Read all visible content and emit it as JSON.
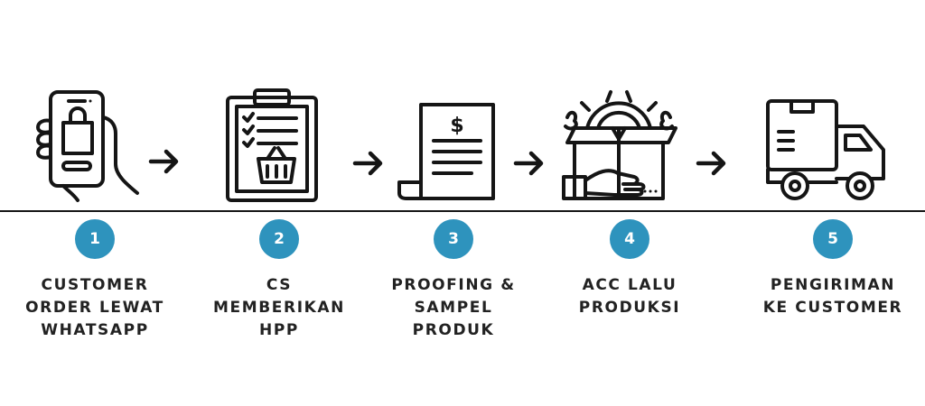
{
  "steps": [
    {
      "number": "1",
      "label": "CUSTOMER\nORDER LEWAT\nWHATSAPP",
      "icon": "smartphone-shopping-bag-icon"
    },
    {
      "number": "2",
      "label": "CS\nMEMBERIKAN\nHPP",
      "icon": "clipboard-checklist-basket-icon"
    },
    {
      "number": "3",
      "label": "PROOFING &\nSAMPEL\nPRODUK",
      "icon": "receipt-dollar-icon"
    },
    {
      "number": "4",
      "label": "ACC LALU\nPRODUKSI",
      "icon": "box-gear-production-icon"
    },
    {
      "number": "5",
      "label": "PENGIRIMAN\nKE CUSTOMER",
      "icon": "delivery-truck-icon"
    }
  ],
  "colors": {
    "badge": "#2e93bd",
    "ink": "#151515"
  }
}
